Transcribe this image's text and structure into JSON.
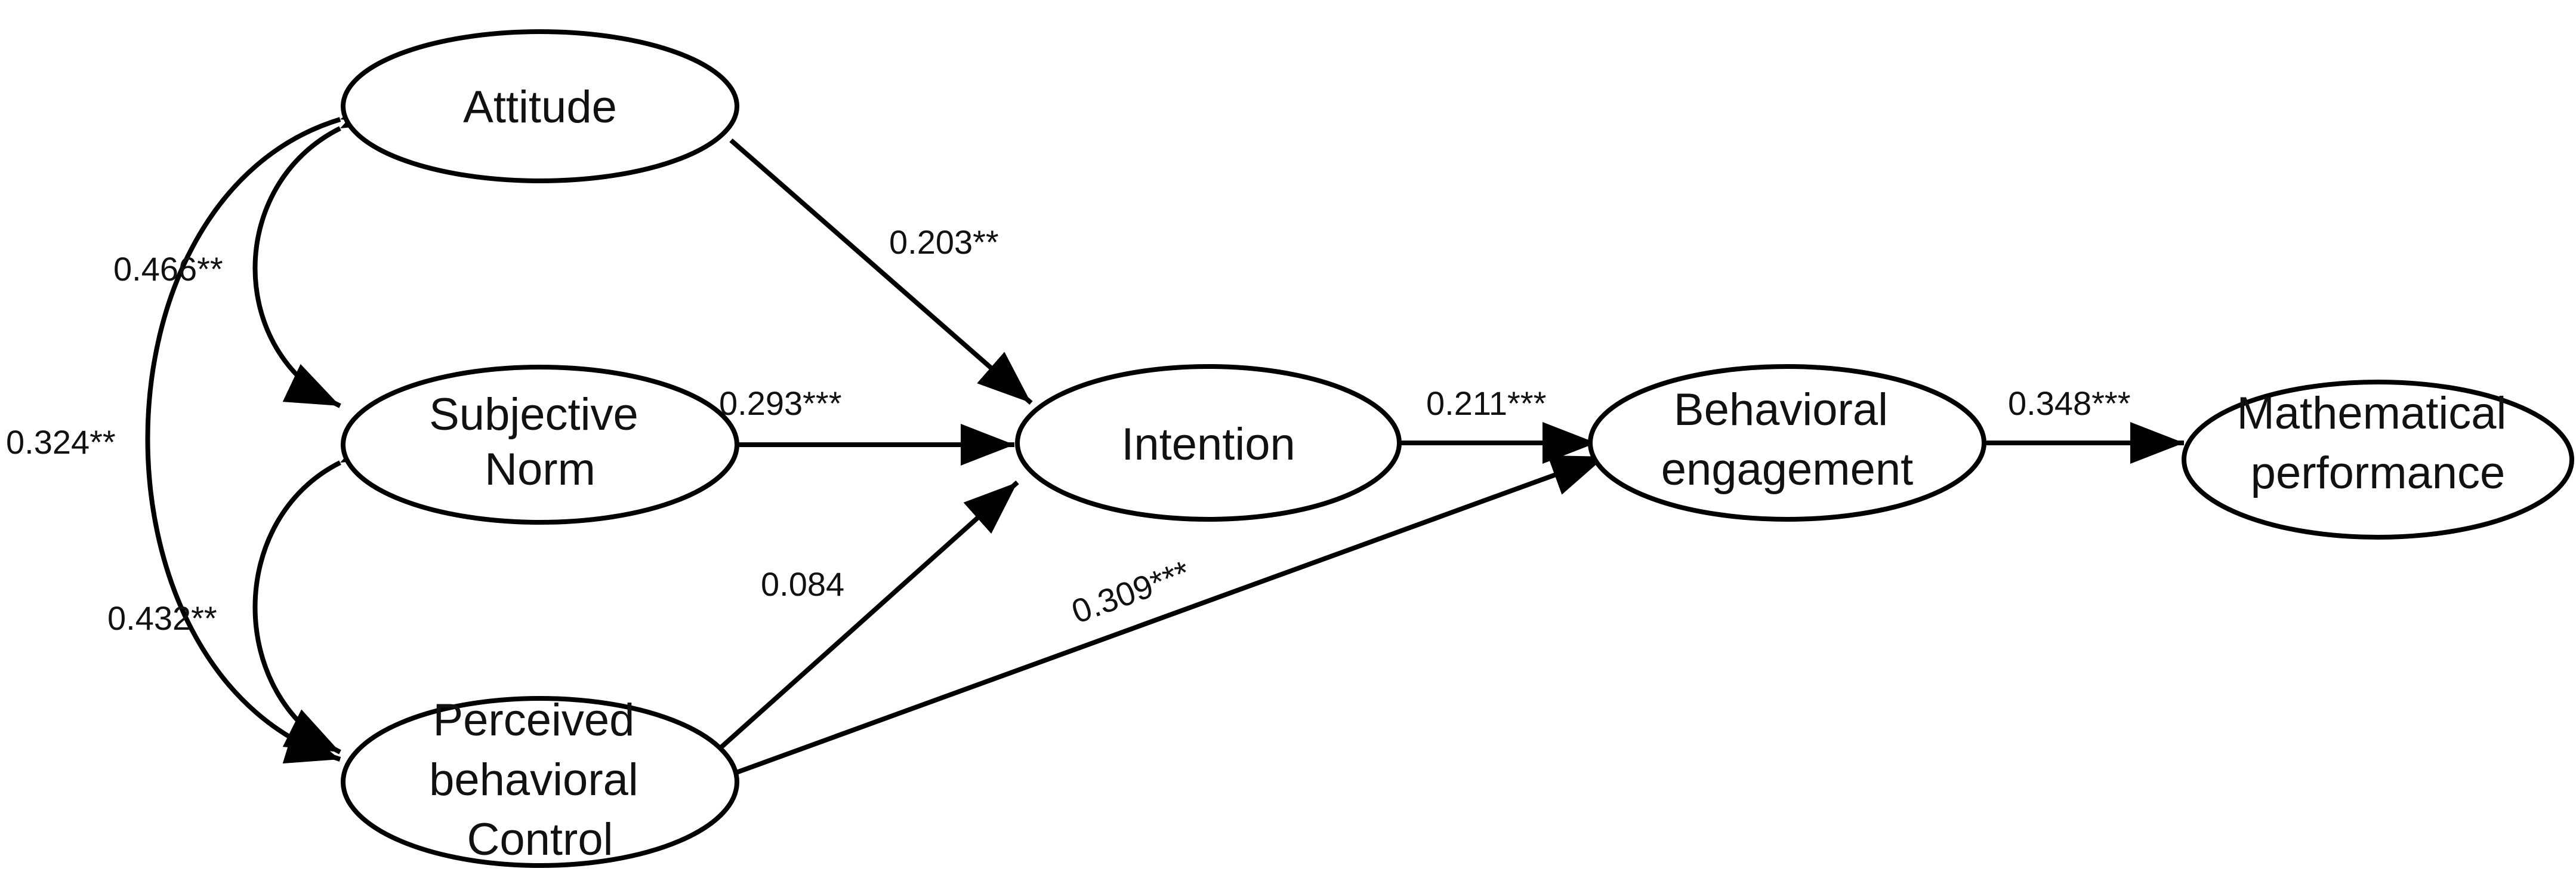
{
  "diagram": {
    "nodes": {
      "attitude": [
        "Attitude"
      ],
      "subjective_norm": [
        "Subjective",
        "Norm"
      ],
      "perceived_behavioral_control": [
        "Perceived",
        "behavioral",
        "Control"
      ],
      "intention": [
        "Intention"
      ],
      "behavioral_engagement": [
        "Behavioral",
        "engagement"
      ],
      "mathematical_performance": [
        "Mathematical",
        "performance"
      ]
    },
    "paths": {
      "attitude_to_intention": "0.203**",
      "subjective_norm_to_intention": "0.293***",
      "pbc_to_intention": "0.084",
      "pbc_to_behavioral_engagement": "0.309***",
      "intention_to_behavioral_engagement": "0.211***",
      "behavioral_engagement_to_mathematical_performance": "0.348***"
    },
    "correlations": {
      "attitude_subjective_norm": "0.466**",
      "subjective_norm_pbc": "0.432**",
      "attitude_pbc": "0.324**"
    }
  }
}
